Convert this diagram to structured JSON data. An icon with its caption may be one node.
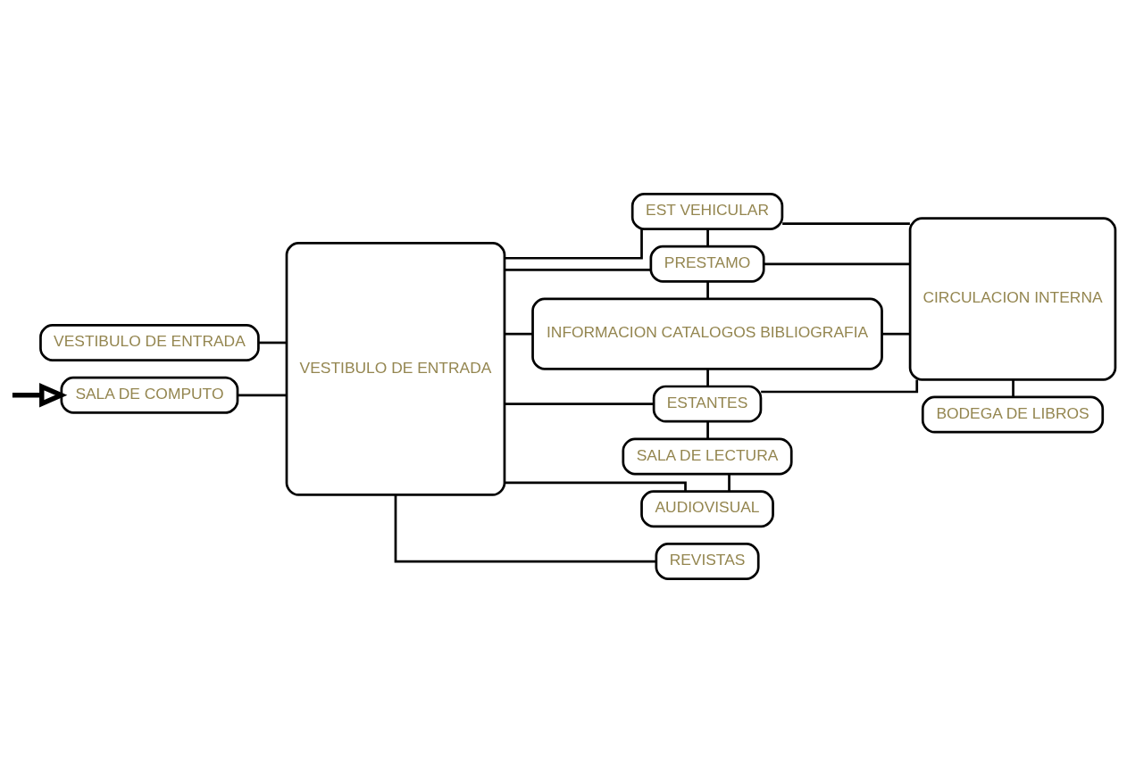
{
  "diagram": {
    "nodes": [
      {
        "text": [
          "VESTIBULO DE ENTRADA"
        ]
      },
      {
        "text": [
          "SALA DE COMPUTO"
        ]
      },
      {
        "text": [
          "VESTIBULO DE ENTRADA"
        ]
      },
      {
        "text": [
          "EST VEHICULAR"
        ]
      },
      {
        "text": [
          "PRESTAMO"
        ]
      },
      {
        "text": [
          "CIRCULACION INTERNA"
        ]
      },
      {
        "text": [
          "INFORMACION CATALOGOS BIBLIOGRAFIA"
        ]
      },
      {
        "text": [
          "ESTANTES"
        ]
      },
      {
        "text": [
          "SALA DE LECTURA"
        ]
      },
      {
        "text": [
          "BODEGA DE LIBROS"
        ]
      },
      {
        "text": [
          "REVISTAS"
        ]
      },
      {
        "text": [
          "AUDIOVISUAL"
        ]
      }
    ],
    "edges": [
      {
        "from": null,
        "to": 1,
        "arrow": "to",
        "style": "thick"
      },
      {
        "from": 0,
        "to": 2,
        "arrow": "none"
      },
      {
        "from": 1,
        "to": 2,
        "arrow": "none"
      },
      {
        "from": 2,
        "to": 3,
        "arrow": "none"
      },
      {
        "from": 2,
        "to": 4,
        "arrow": "none"
      },
      {
        "from": 2,
        "to": 6,
        "arrow": "none"
      },
      {
        "from": 2,
        "to": 7,
        "arrow": "none"
      },
      {
        "from": 3,
        "to": 5,
        "arrow": "none"
      },
      {
        "from": 4,
        "to": 5,
        "arrow": "none"
      },
      {
        "from": 6,
        "to": 5,
        "arrow": "none"
      },
      {
        "from": 7,
        "to": 5,
        "arrow": "none"
      },
      {
        "from": 3,
        "to": 4,
        "arrow": "none"
      },
      {
        "from": 4,
        "to": 6,
        "arrow": "none"
      },
      {
        "from": 6,
        "to": 7,
        "arrow": "none"
      },
      {
        "from": 7,
        "to": 8,
        "arrow": "none"
      },
      {
        "from": 8,
        "to": 11,
        "arrow": "none"
      },
      {
        "from": 5,
        "to": 9,
        "arrow": "none"
      },
      {
        "from": 2,
        "to": 10,
        "arrow": "none"
      },
      {
        "from": 2,
        "to": 11,
        "arrow": "none"
      }
    ]
  }
}
